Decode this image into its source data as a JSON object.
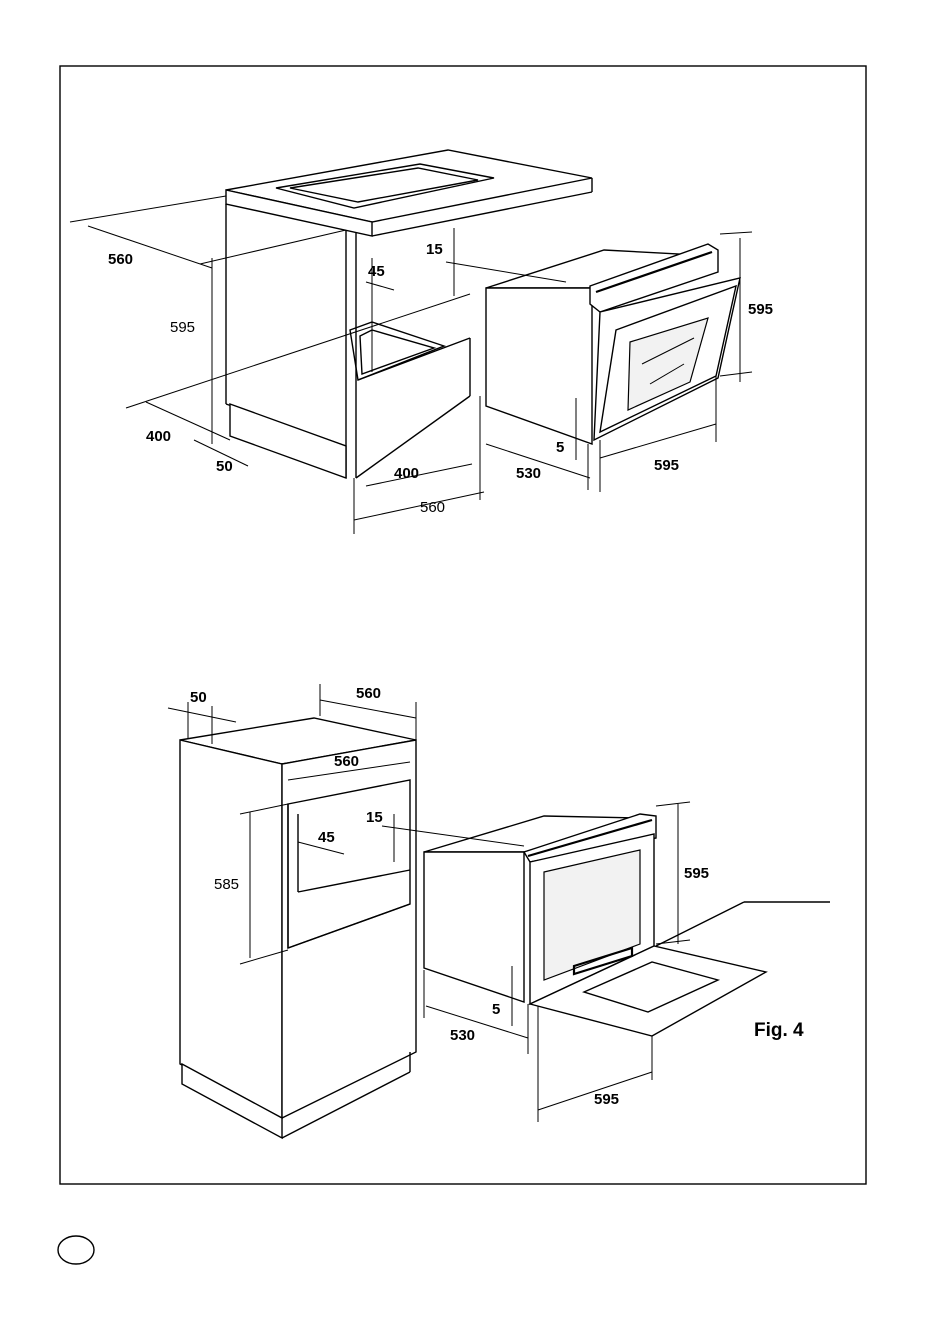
{
  "figure": {
    "caption": "Fig. 4"
  },
  "top_diagram": {
    "dims": {
      "cabinet_depth": "560",
      "cabinet_height": "595",
      "gap_top": "15",
      "side_gap": "45",
      "base_depth": "400",
      "plinth": "50",
      "opening_depth": "400",
      "opening_width": "560",
      "oven_depth": "530",
      "oven_bottom_gap": "5",
      "oven_width": "595",
      "oven_height": "595"
    }
  },
  "bottom_diagram": {
    "dims": {
      "top_offset": "50",
      "top_width": "560",
      "inner_width": "560",
      "gap_top": "15",
      "side_gap": "45",
      "opening_height": "585",
      "oven_height": "595",
      "oven_bottom_gap": "5",
      "oven_depth": "530",
      "oven_width": "595"
    }
  },
  "colors": {
    "ink": "#000000",
    "paper": "#ffffff"
  },
  "icons": {
    "language_badge": "circle-badge-icon"
  }
}
